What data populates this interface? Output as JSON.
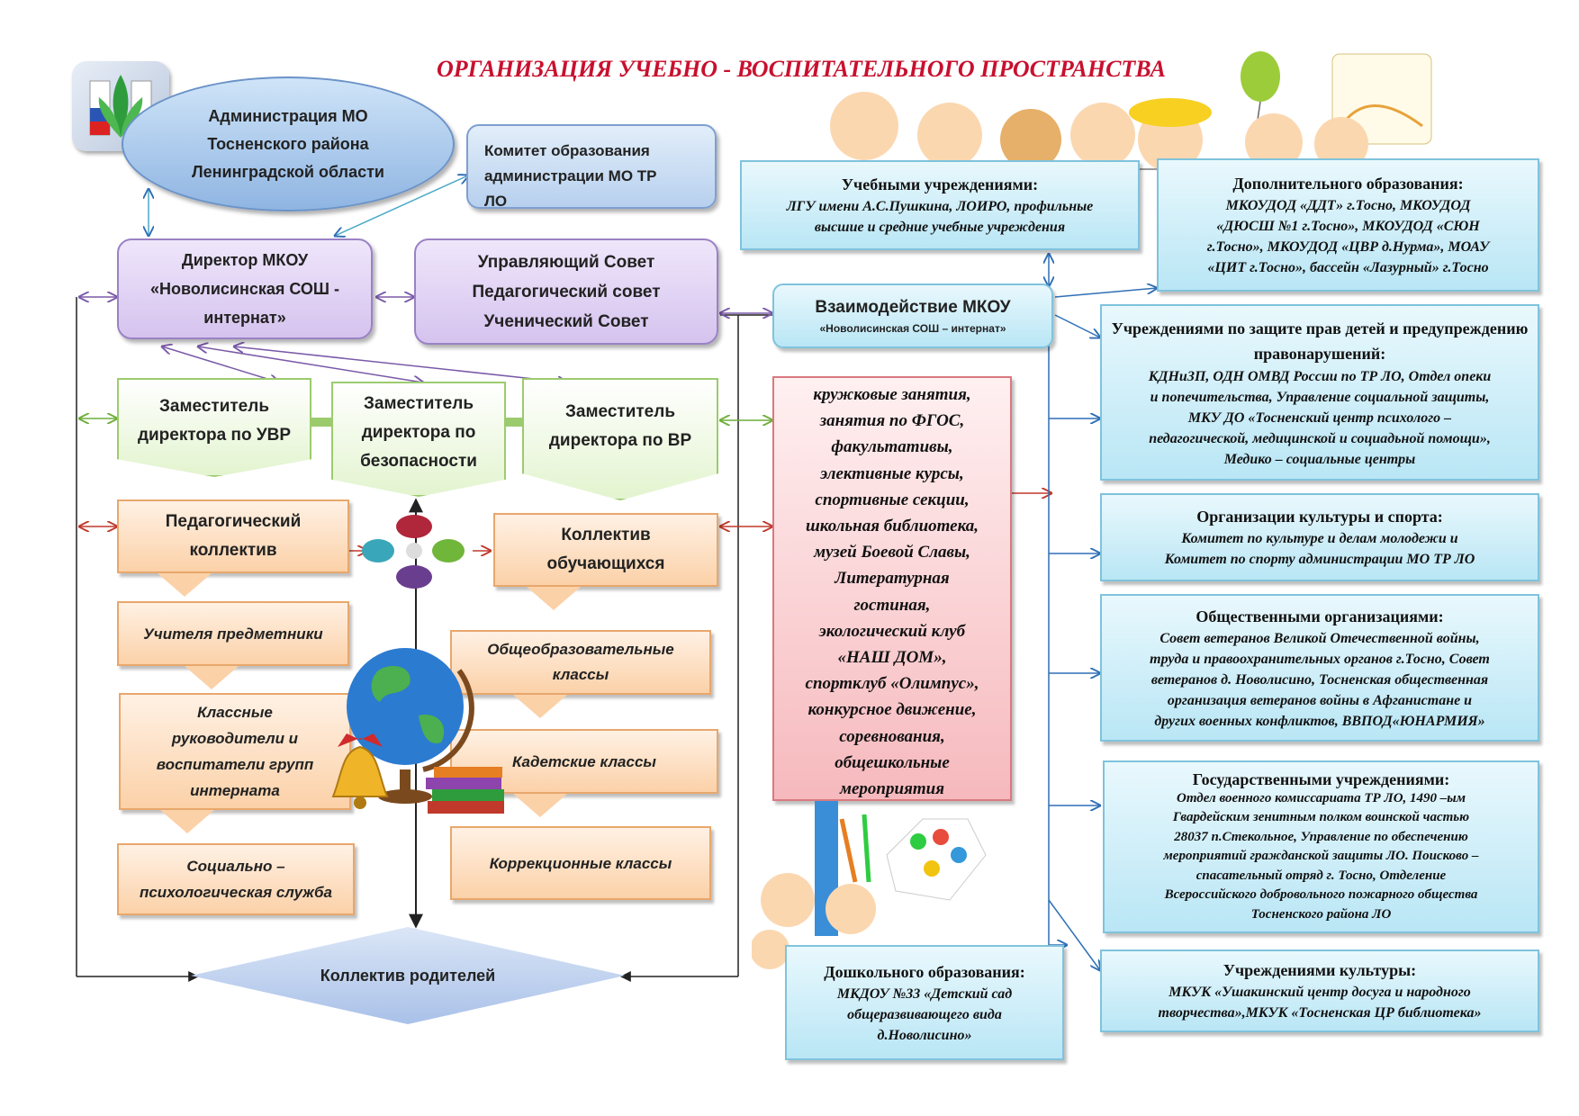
{
  "title": "ОРГАНИЗАЦИЯ УЧЕБНО - ВОСПИТАТЕЛЬНОГО ПРОСТРАНСТВА",
  "admin": {
    "lines": [
      "Администрация МО",
      "Тосненского района",
      "Ленинградской области"
    ]
  },
  "committee": {
    "lines": [
      "Комитет образования",
      "администрации МО ТР",
      "ЛО"
    ]
  },
  "director": {
    "lines": [
      "Директор МКОУ",
      "«Новолисинская СОШ -",
      "интернат»"
    ]
  },
  "councils": {
    "lines": [
      "Управляющий Совет",
      "Педагогический совет",
      "Ученический Совет"
    ]
  },
  "deputies": [
    {
      "lines": [
        "Заместитель",
        "директора по УВР"
      ]
    },
    {
      "lines": [
        "Заместитель",
        "директора по",
        "безопасности"
      ]
    },
    {
      "lines": [
        "Заместитель",
        "директора по ВР"
      ]
    }
  ],
  "teachers_collective": {
    "lines": [
      "Педагогический",
      "коллектив"
    ]
  },
  "students_collective": {
    "lines": [
      "Коллектив",
      "обучающихся"
    ]
  },
  "subject_teachers": "Учителя предметники",
  "class_leaders": {
    "lines": [
      "Классные",
      "руководители и",
      "воспитатели групп",
      "интерната"
    ]
  },
  "social_service": {
    "lines": [
      "Социально –",
      "психологическая служба"
    ]
  },
  "general_classes": {
    "lines": [
      "Общеобразовательные",
      "классы"
    ]
  },
  "cadet_classes": "Кадетские классы",
  "correction_classes": "Коррекционные классы",
  "parents": "Коллектив родителей",
  "interaction": {
    "title": "Взаимодействие МКОУ",
    "subtitle": "«Новолисинская СОШ – интернат»"
  },
  "activities": {
    "lines": [
      "кружковые занятия,",
      "занятия по ФГОС,",
      "факультативы,",
      "элективные курсы,",
      "спортивные секции,",
      "школьная библиотека,",
      "музей Боевой Славы,",
      "Литературная",
      "гостиная,",
      "экологический  клуб",
      "«НАШ ДОМ»,",
      "спортклуб «Олимпус»,",
      "конкурсное движение,",
      "соревнования,",
      "общешкольные",
      "мероприятия"
    ]
  },
  "educational": {
    "heading": "Учебными учреждениями:",
    "lines": [
      "ЛГУ имени А.С.Пушкина, ЛОИРО, профильные",
      "высшие и средние учебные учреждения"
    ]
  },
  "additional": {
    "heading": "Дополнительного образования:",
    "lines": [
      "МКОУДОД «ДДТ» г.Тосно, МКОУДОД",
      "«ДЮСШ №1 г.Тосно», МКОУДОД «СЮН",
      "г.Тосно», МКОУДОД «ЦВР д.Нурма», МОАУ",
      "«ЦИТ г.Тосно», бассейн «Лазурный» г.Тосно"
    ]
  },
  "rights_protection": {
    "heading": "Учреждениями по защите прав детей и предупреждению правонарушений:",
    "lines": [
      "КДНиЗП, ОДН ОМВД России по ТР ЛО, Отдел опеки",
      "и попечительства, Управление социальной защиты,",
      "МКУ ДО «Тосненский центр психолого –",
      "педагогической, медицинской и социадьной помощи»,",
      "Медико – социальные центры"
    ]
  },
  "culture_sport": {
    "heading": "Организации культуры и спорта:",
    "lines": [
      "Комитет по культуре и делам молодежи и",
      "Комитет по спорту администрации МО ТР ЛО"
    ]
  },
  "public_orgs": {
    "heading": "Общественными организациями:",
    "lines": [
      "Совет ветеранов Великой Отечественной войны,",
      "труда и правоохранительных органов г.Тосно, Совет",
      "ветеранов д. Новолисино, Тосненская общественная",
      "организация ветеранов войны в Афганистане и",
      "других военных конфликтов, ВВПОД«ЮНАРМИЯ»"
    ]
  },
  "state_orgs": {
    "heading": "Государственными учреждениями:",
    "lines": [
      "Отдел военного комиссариата ТР ЛО, 1490 –ым",
      "Гвардейским  зенитным полком  воинской частью",
      "28037 п.Стекольное, Управление по обеспечению",
      "мероприятий гражданской защиты ЛО. Поисково –",
      "спасательный отряд г. Тосно, Отделение",
      "Всероссийского добровольного пожарного общества",
      "Тосненского района ЛО"
    ]
  },
  "culture_inst": {
    "heading": "Учреждениями культуры:",
    "lines": [
      "МКУК «Ушакинский центр досуга и народного",
      "творчества»,МКУК «Тосненская ЦР библиотека»"
    ]
  },
  "preschool": {
    "heading": "Дошкольного образования:",
    "lines": [
      "МКДОУ №33 «Детский сад",
      "общеразвивающего вида",
      "д.Новолисино»"
    ]
  },
  "colors": {
    "title": "#c8102e",
    "lavender": "#d5c3ee",
    "green": "#e3f4cf",
    "orange": "#fbd1a8",
    "cyan": "#b9e6f5",
    "pink": "#f9c5c8"
  }
}
